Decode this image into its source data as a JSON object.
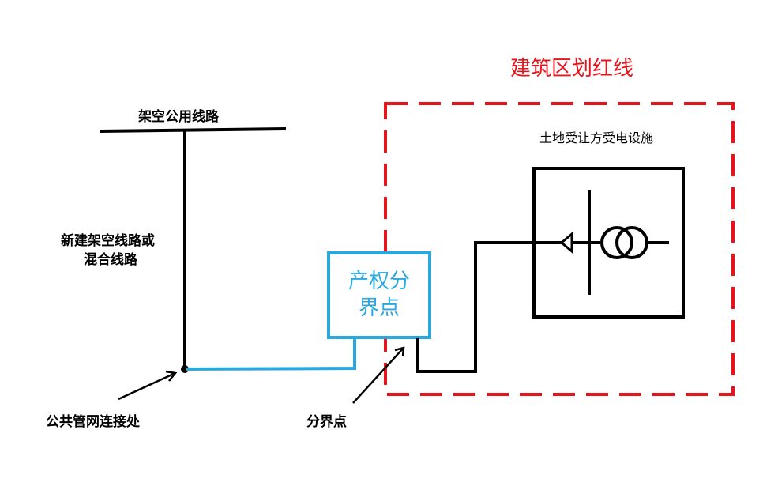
{
  "colors": {
    "boundary_red": "#e8141c",
    "property_blue": "#29a8df",
    "line_black": "#000000"
  },
  "labels": {
    "red_line_title": "建筑区划红线",
    "overhead_public_line": "架空公用线路",
    "new_line_line1": "新建架空线路或",
    "new_line_line2": "混合线路",
    "public_connection": "公共管网连接处",
    "demarcation_point": "分界点",
    "property_box_line1": "产权分",
    "property_box_line2": "界点",
    "facility_title": "土地受让方受电设施"
  },
  "symbols": {
    "junction": "connection-dot",
    "facility": [
      "arrow-triangle-icon",
      "busbar-icon",
      "transformer-icon"
    ]
  }
}
